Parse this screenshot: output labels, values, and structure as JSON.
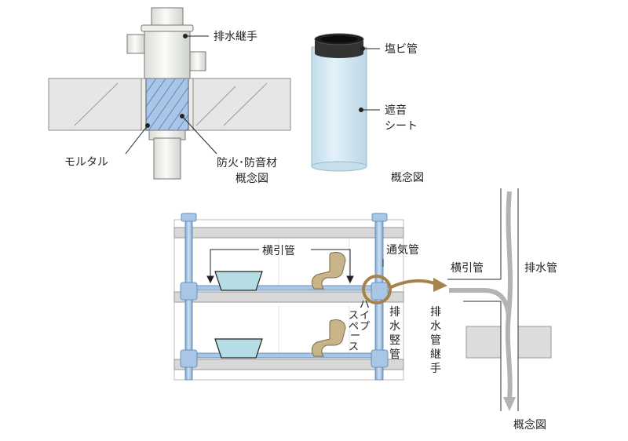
{
  "fig1": {
    "label_joint": "排水継手",
    "label_mortar": "モルタル",
    "label_fireproof": "防火･防音材",
    "caption": "概念図"
  },
  "fig2": {
    "label_pvc": "塩ビ管",
    "label_sheet_line1": "遮音",
    "label_sheet_line2": "シート",
    "caption": "概念図"
  },
  "fig3": {
    "label_horizontal": "横引管",
    "label_vent": "通気管",
    "label_pipespace": [
      "パ",
      "イ",
      "プ",
      "ス",
      "ペ",
      "ー",
      "ス"
    ],
    "label_stack": [
      "排",
      "水",
      "竪",
      "管"
    ]
  },
  "fig4": {
    "label_horizontal": "横引管",
    "label_drain": "排水管",
    "label_joint": [
      "排",
      "水",
      "管",
      "継",
      "手"
    ],
    "caption": "概念図"
  },
  "colors": {
    "slab": "#e6e6e6",
    "pipe_light": "#f4f6f3",
    "insulation": "#a9c6e8",
    "pvc_dark": "#2e2e2e",
    "sheet": "#d3e7f1",
    "pipe_blue": "#a8c7e6",
    "fixture": "#c9b489",
    "highlight_ring": "#a4834d",
    "flow_arrow": "#b3b3b3"
  }
}
